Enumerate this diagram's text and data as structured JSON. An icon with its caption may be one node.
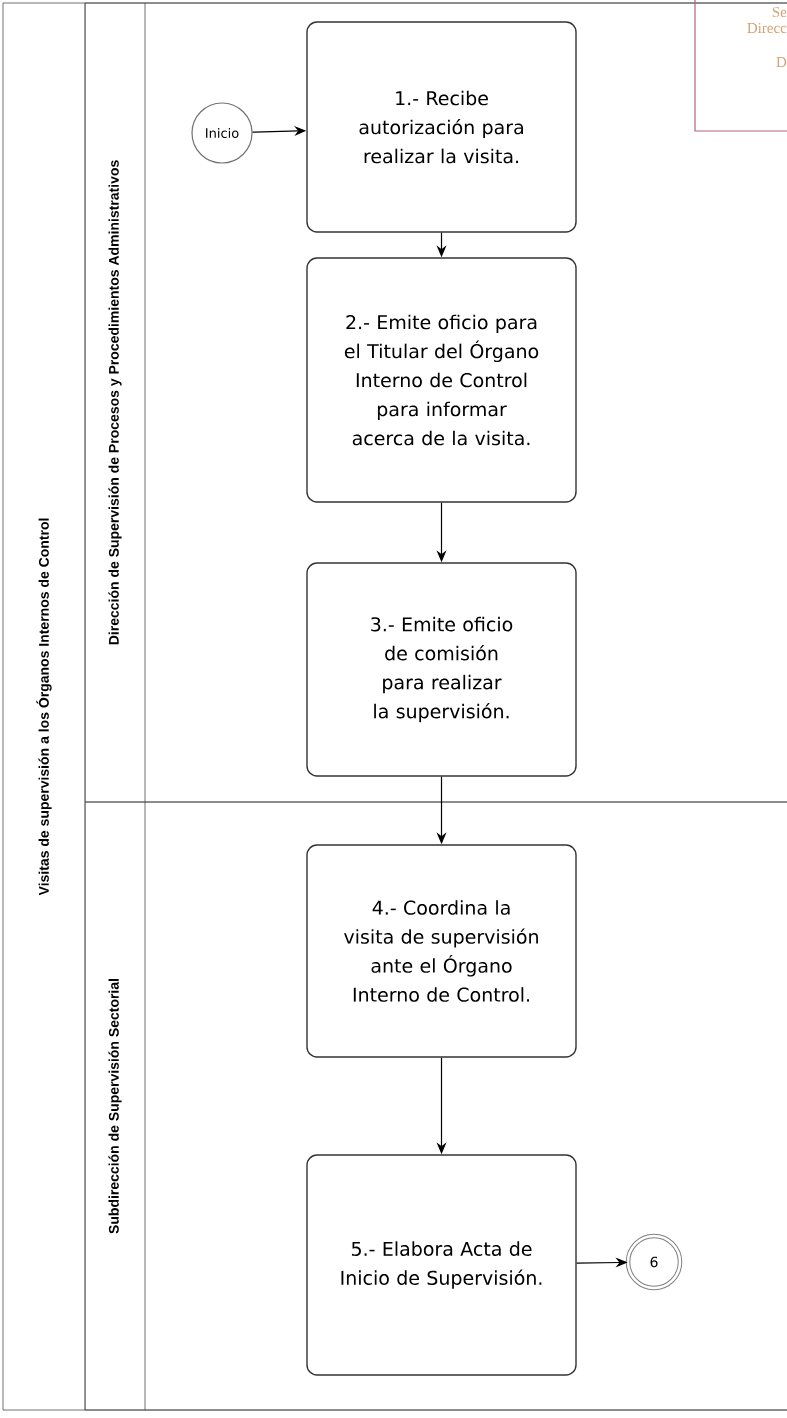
{
  "diagram": {
    "nodes": [
      {
        "text": [
          "Visitas de supervisión a los Órganos Internos de Control"
        ]
      },
      {
        "text": [
          "Dirección de Supervisión de Procesos y Procedimientos Administrativos"
        ],
        "in": 0
      },
      {
        "text": [
          "Subdirección de Supervisión Sectorial"
        ],
        "in": 0
      },
      {
        "text": [
          "Inicio"
        ],
        "in": 1
      },
      {
        "text": [
          "1.- Recibe autorización para realizar la visita."
        ],
        "in": 1
      },
      {
        "text": [
          "2.- Emite oficio para el Titular del Órgano Interno de Control para informar acerca de la visita."
        ],
        "in": 1
      },
      {
        "text": [
          "3.- Emite oficio de comisión para realizar la supervisión."
        ],
        "in": 1
      },
      {
        "text": [
          "4.- Coordina la visita de supervisión ante el Órgano Interno de Control."
        ],
        "in": 2
      },
      {
        "text": [
          "5.- Elabora Acta de Inicio de Supervisión."
        ],
        "in": 2
      },
      {
        "text": [
          "6"
        ],
        "in": 2
      }
    ],
    "edges": [
      {
        "from": 3,
        "to": 4,
        "arrow": "to"
      },
      {
        "from": 4,
        "to": 5,
        "arrow": "to"
      },
      {
        "from": 5,
        "to": 6,
        "arrow": "to"
      },
      {
        "from": 6,
        "to": 7,
        "arrow": "to"
      },
      {
        "from": 7,
        "to": 8,
        "arrow": "to"
      },
      {
        "from": 8,
        "to": 9,
        "arrow": "to"
      }
    ],
    "labels": [
      "Se",
      "Direcc",
      "D"
    ]
  }
}
